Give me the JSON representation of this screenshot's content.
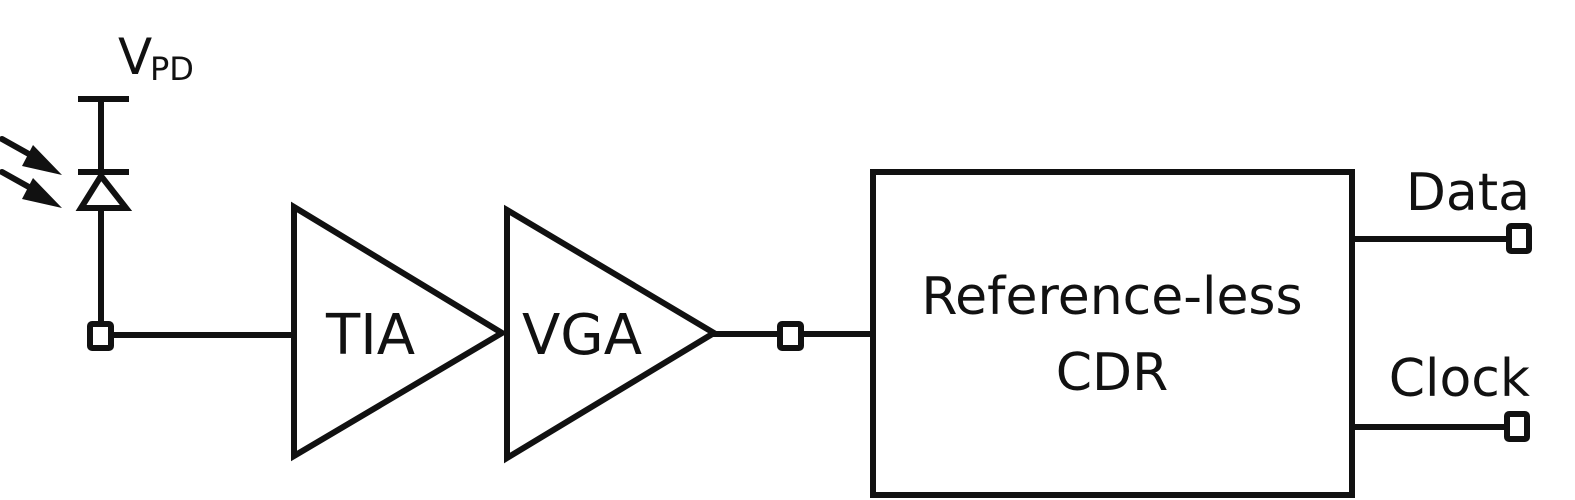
{
  "diagram": {
    "title": "Optical receiver block diagram",
    "supply": {
      "label_main": "V",
      "label_sub": "PD"
    },
    "photodiode": {
      "name": "Photodiode",
      "light_arrows": 2
    },
    "blocks": [
      {
        "id": "tia",
        "label": "TIA",
        "shape": "triangle-amplifier"
      },
      {
        "id": "vga",
        "label": "VGA",
        "shape": "triangle-amplifier"
      },
      {
        "id": "cdr",
        "label_line1": "Reference-less",
        "label_line2": "CDR",
        "shape": "rectangle"
      }
    ],
    "outputs": [
      {
        "id": "data",
        "label": "Data"
      },
      {
        "id": "clock",
        "label": "Clock"
      }
    ],
    "connections": [
      [
        "photodiode",
        "tia"
      ],
      [
        "tia",
        "vga"
      ],
      [
        "vga",
        "cdr"
      ],
      [
        "cdr",
        "data"
      ],
      [
        "cdr",
        "clock"
      ]
    ],
    "colors": {
      "stroke": "#111111",
      "background": "#ffffff"
    }
  }
}
